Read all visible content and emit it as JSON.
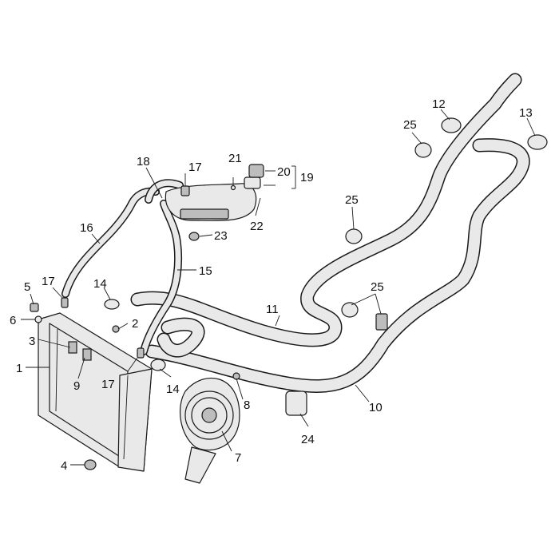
{
  "callouts": {
    "c1": "1",
    "c2": "2",
    "c3": "3",
    "c4": "4",
    "c5": "5",
    "c6": "6",
    "c7": "7",
    "c8": "8",
    "c9": "9",
    "c10": "10",
    "c11": "11",
    "c12": "12",
    "c13": "13",
    "c14a": "14",
    "c14b": "14",
    "c15": "15",
    "c16": "16",
    "c17a": "17",
    "c17b": "17",
    "c17c": "17",
    "c18": "18",
    "c19": "19",
    "c20": "20",
    "c21": "21",
    "c22": "22",
    "c23": "23",
    "c24": "24",
    "c25a": "25",
    "c25b": "25",
    "c25c": "25"
  }
}
